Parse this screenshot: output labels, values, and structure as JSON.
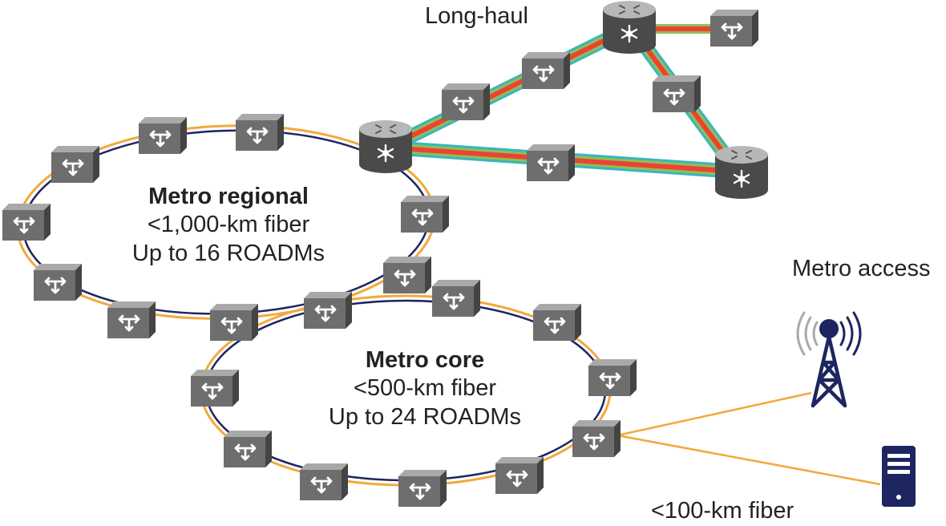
{
  "labels": {
    "long_haul": "Long-haul",
    "metro_access": "Metro access",
    "access_fiber": "<100-km fiber",
    "metro_regional": {
      "title": "Metro regional",
      "fiber": "<1,000-km fiber",
      "roadms": "Up to 16 ROADMs"
    },
    "metro_core": {
      "title": "Metro core",
      "fiber": "<500-km fiber",
      "roadms": "Up to 24 ROADMs"
    }
  },
  "colors": {
    "ring_orange": "#f2a93b",
    "ring_navy": "#1d2660",
    "trunk_red": "#ee4136",
    "trunk_green": "#8cc152",
    "trunk_teal": "#3bb4c1",
    "device_gray": "#6e6e6e",
    "router_dark": "#4a4a4a",
    "tower_navy": "#1d2660"
  },
  "icons": {
    "roadm": "roadm-switch-icon",
    "router": "core-router-icon",
    "tower": "cell-tower-icon",
    "server": "server-icon"
  }
}
